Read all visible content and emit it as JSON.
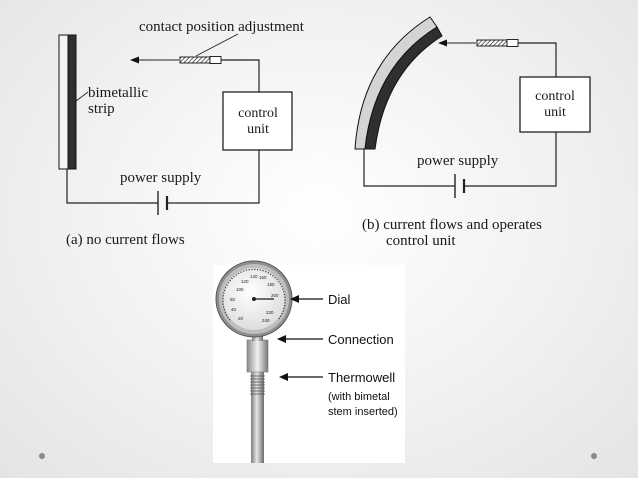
{
  "panel_a": {
    "contact_label": "contact position adjustment",
    "strip_label_line1": "bimetallic",
    "strip_label_line2": "strip",
    "control_line1": "control",
    "control_line2": "unit",
    "power_label": "power supply",
    "caption": "(a) no current flows"
  },
  "panel_b": {
    "control_line1": "control",
    "control_line2": "unit",
    "power_label": "power supply",
    "caption_line1": "(b) current flows and operates",
    "caption_line2": "control unit"
  },
  "photo": {
    "dial_label": "Dial",
    "connection_label": "Connection",
    "thermowell_label": "Thermowell",
    "thermowell_note_line1": "(with bimetal",
    "thermowell_note_line2": "stem inserted)",
    "dial_numbers": [
      "100",
      "120",
      "140",
      "160",
      "180",
      "200",
      "220",
      "240",
      "60",
      "40",
      "20"
    ]
  }
}
